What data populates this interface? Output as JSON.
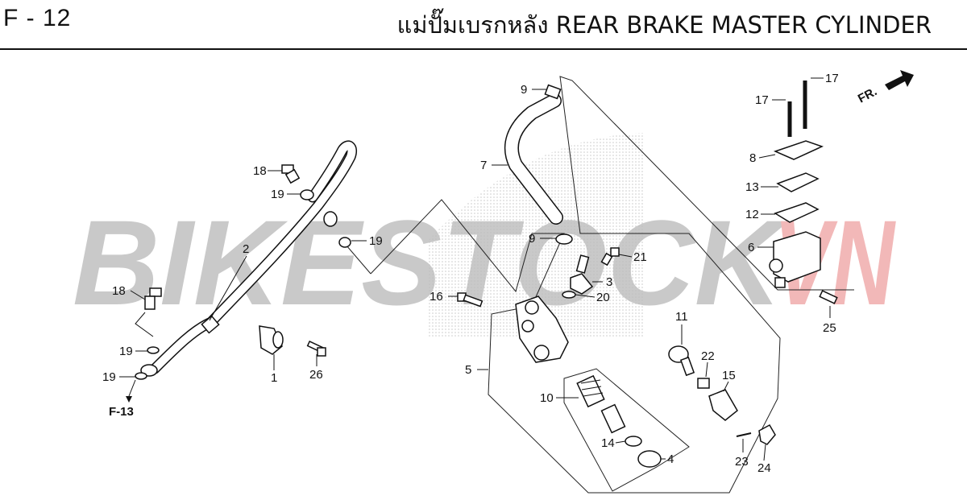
{
  "header": {
    "page_code": "F - 12",
    "title": "แม่ปั๊มเบรกหลัง  REAR BRAKE MASTER CYLINDER"
  },
  "watermark": {
    "text_gray": "BIKESTOCK",
    "text_red": "VN",
    "color_gray": "#c9c9c9",
    "color_red": "#f2b8b8"
  },
  "badges": {
    "front_label": "FR.",
    "ref_label": "F-13"
  },
  "callouts": {
    "p1": "1",
    "p2": "2",
    "p3": "3",
    "p4": "4",
    "p5": "5",
    "p6": "6",
    "p7": "7",
    "p8": "8",
    "p9a": "9",
    "p9b": "9",
    "p10": "10",
    "p11": "11",
    "p12": "12",
    "p13": "13",
    "p14": "14",
    "p15": "15",
    "p16": "16",
    "p17a": "17",
    "p17b": "17",
    "p18a": "18",
    "p18b": "18",
    "p19a": "19",
    "p19b": "19",
    "p19c": "19",
    "p19d": "19",
    "p20": "20",
    "p21": "21",
    "p22": "22",
    "p23": "23",
    "p24": "24",
    "p25": "25",
    "p26": "26"
  }
}
